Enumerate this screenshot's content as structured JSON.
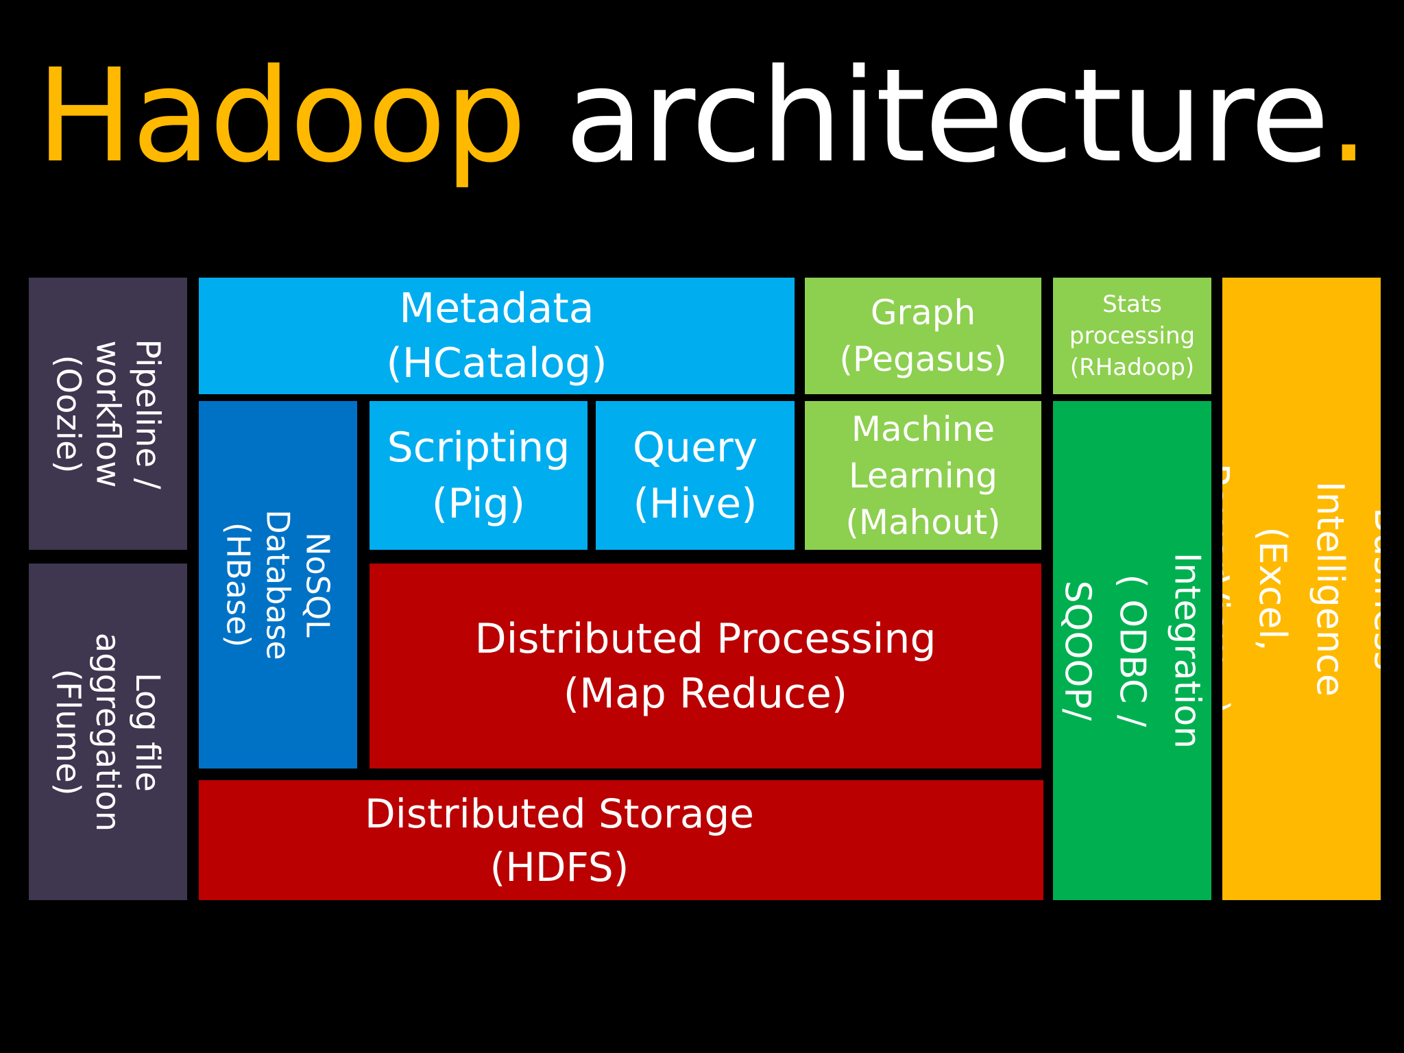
{
  "title": {
    "part1": "Hadoop",
    "part2": " architecture",
    "part3": "."
  },
  "colors": {
    "background": "#000000",
    "title_accent": "#FFB900",
    "title_main": "#FFFFFF",
    "purple": "#3F3650",
    "light_blue": "#00ADEF",
    "dark_blue": "#0072C6",
    "green_light": "#8DCF4F",
    "red": "#BA0000",
    "green": "#00B050",
    "yellow": "#FFB900"
  },
  "blocks": {
    "pipeline": {
      "line1": "Pipeline /",
      "line2": "workflow",
      "line3": "(Oozie)"
    },
    "log": {
      "line1": "Log file",
      "line2": "aggregation",
      "line3": "(Flume)"
    },
    "metadata": {
      "line1": "Metadata",
      "line2": "(HCatalog)"
    },
    "graph": {
      "line1": "Graph",
      "line2": "(Pegasus)"
    },
    "stats": {
      "line1": "Stats",
      "line2": "processing",
      "line3": "(RHadoop)"
    },
    "nosql": {
      "line1": "NoSQL Database",
      "line2": "(HBase)"
    },
    "scripting": {
      "line1": "Scripting",
      "line2": "(Pig)"
    },
    "query": {
      "line1": "Query",
      "line2": "(Hive)"
    },
    "ml": {
      "line1": "Machine",
      "line2": "Learning",
      "line3": "(Mahout)"
    },
    "processing": {
      "line1": "Distributed Processing",
      "line2": "(Map Reduce)"
    },
    "storage": {
      "line1": "Distributed Storage",
      "line2": "(HDFS)"
    },
    "integration": {
      "line1": "Data Integration",
      "line2": "( ODBC / SQOOP/ REST)"
    },
    "bi": {
      "line1": "Business Intelligence",
      "line2": "(Excel, PowerView…)"
    }
  }
}
